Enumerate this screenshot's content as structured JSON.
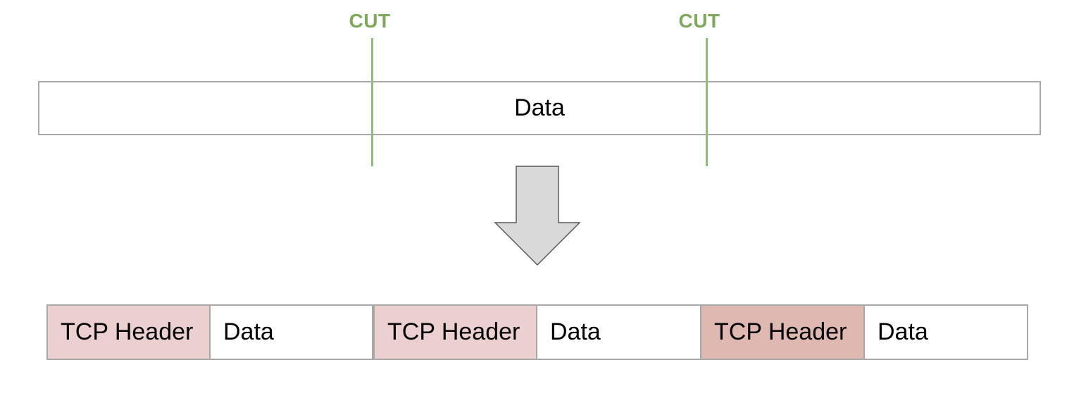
{
  "diagram": {
    "cut_labels": [
      "CUT",
      "CUT"
    ],
    "original_data_label": "Data",
    "segments": [
      {
        "header_label": "TCP Header",
        "data_label": "Data",
        "header_color": "#ecd0d0"
      },
      {
        "header_label": "TCP Header",
        "data_label": "Data",
        "header_color": "#ecd0d0"
      },
      {
        "header_label": "TCP Header",
        "data_label": "Data",
        "header_color": "#dfb9b1"
      }
    ],
    "colors": {
      "cut_text": "#7fa85a",
      "cut_line": "#8cc07a",
      "border": "#a8a8a8",
      "arrow_fill": "#d9d9d9",
      "arrow_stroke": "#595959"
    }
  }
}
